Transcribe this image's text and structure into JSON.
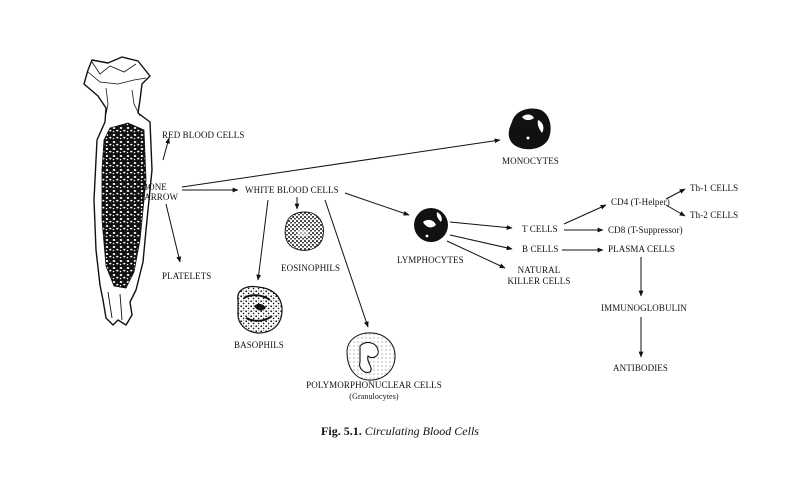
{
  "diagram": {
    "nodes": {
      "bone_marrow": [
        "BONE",
        "MARROW"
      ],
      "red_blood_cells": "RED BLOOD CELLS",
      "platelets": "PLATELETS",
      "white_blood_cells": "WHITE BLOOD CELLS",
      "monocytes": "MONOCYTES",
      "eosinophils": "EOSINOPHILS",
      "basophils": "BASOPHILS",
      "polymorphonuclear_cells": "POLYMORPHONUCLEAR CELLS",
      "granulocytes": "(Granulocytes)",
      "lymphocytes": "LYMPHOCYTES",
      "t_cells": "T CELLS",
      "b_cells": "B CELLS",
      "natural_killer_cells": [
        "NATURAL",
        "KILLER CELLS"
      ],
      "cd4": "CD4 (T-Helper)",
      "cd8": "CD8 (T-Suppressor)",
      "th1": "Th-1 CELLS",
      "th2": "Th-2 CELLS",
      "plasma_cells": "PLASMA CELLS",
      "immunoglobulin": "IMMUNOGLOBULIN",
      "antibodies": "ANTIBODIES"
    },
    "edges": [
      [
        "bone_marrow",
        "red_blood_cells"
      ],
      [
        "bone_marrow",
        "platelets"
      ],
      [
        "bone_marrow",
        "white_blood_cells"
      ],
      [
        "bone_marrow",
        "monocytes"
      ],
      [
        "white_blood_cells",
        "eosinophils"
      ],
      [
        "white_blood_cells",
        "basophils"
      ],
      [
        "white_blood_cells",
        "polymorphonuclear_cells"
      ],
      [
        "white_blood_cells",
        "lymphocytes"
      ],
      [
        "lymphocytes",
        "t_cells"
      ],
      [
        "lymphocytes",
        "b_cells"
      ],
      [
        "lymphocytes",
        "natural_killer_cells"
      ],
      [
        "t_cells",
        "cd4"
      ],
      [
        "t_cells",
        "cd8"
      ],
      [
        "cd4",
        "th1"
      ],
      [
        "cd4",
        "th2"
      ],
      [
        "b_cells",
        "plasma_cells"
      ],
      [
        "plasma_cells",
        "immunoglobulin"
      ],
      [
        "immunoglobulin",
        "antibodies"
      ]
    ]
  },
  "caption": {
    "figure_number": "Fig. 5.1.",
    "title": "Circulating Blood Cells"
  },
  "colors": {
    "ink": "#111111",
    "background": "#ffffff"
  }
}
